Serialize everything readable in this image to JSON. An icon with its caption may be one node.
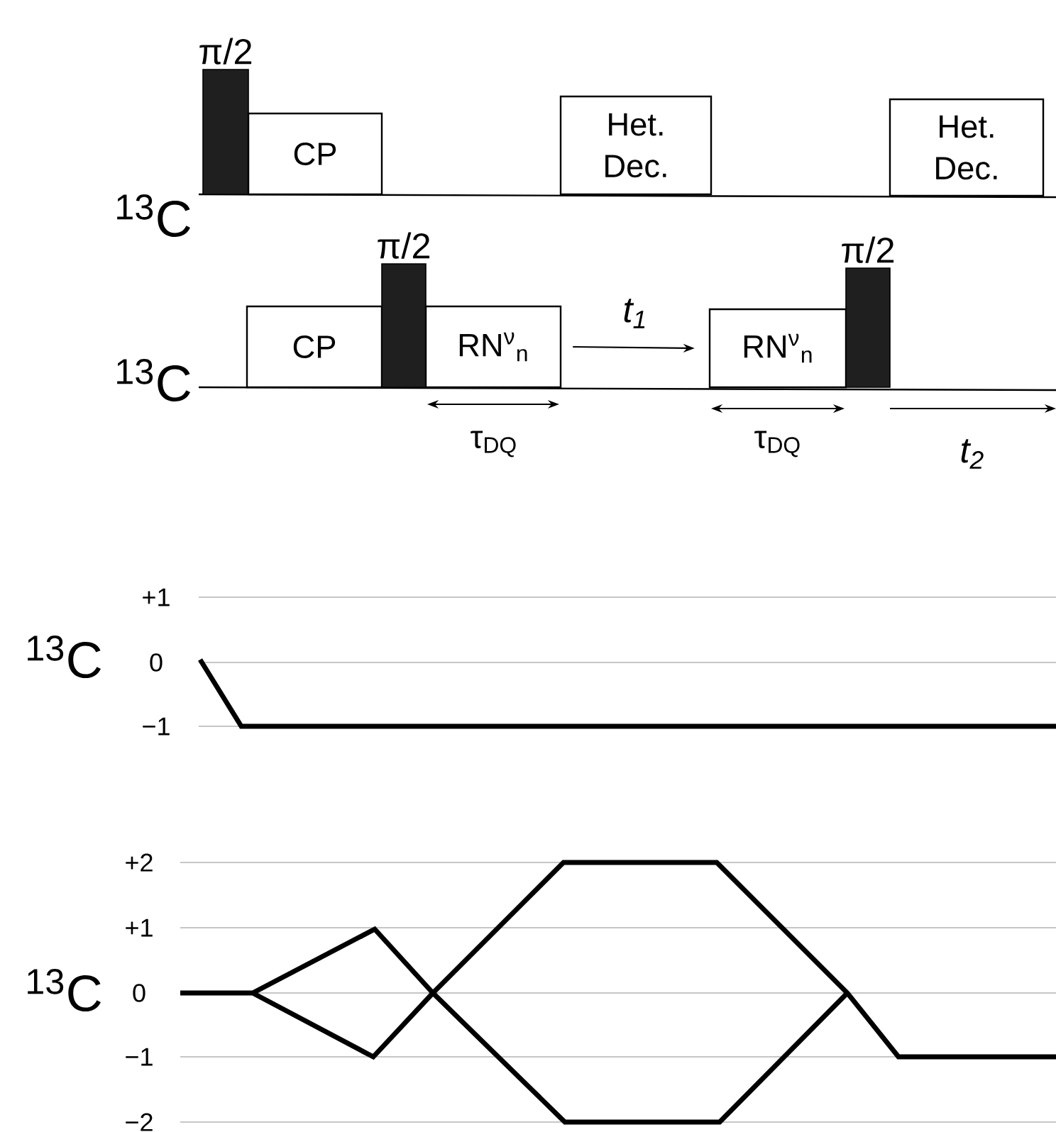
{
  "diagram": {
    "nodes": [
      {
        "text": [
          "π/2"
        ]
      },
      {
        "text": [
          "CP"
        ]
      },
      {
        "text": [
          "Het. Dec."
        ]
      },
      {
        "text": [
          "Het. Dec."
        ]
      },
      {
        "text": [
          "CP"
        ]
      },
      {
        "text": [
          "π/2"
        ]
      },
      {
        "text": [
          "RN$^{ν}$$_{n}$"
        ]
      },
      {
        "text": [
          "RN$^{ν}$$_{n}$"
        ]
      },
      {
        "text": [
          "π/2"
        ]
      }
    ],
    "edges": [
      {
        "from": 6,
        "to": 7,
        "arrow": "to",
        "label": "t$_{1}$"
      }
    ],
    "labels": [
      "$^{13}$C",
      "$^{13}$C",
      "τ$_{DQ}$",
      "τ$_{DQ}$",
      "t$_{2}$",
      "+1",
      "$^{13}$C",
      "0",
      "−1",
      "+2",
      "+1",
      "$^{13}$C",
      "0",
      "−1",
      "−2"
    ]
  }
}
